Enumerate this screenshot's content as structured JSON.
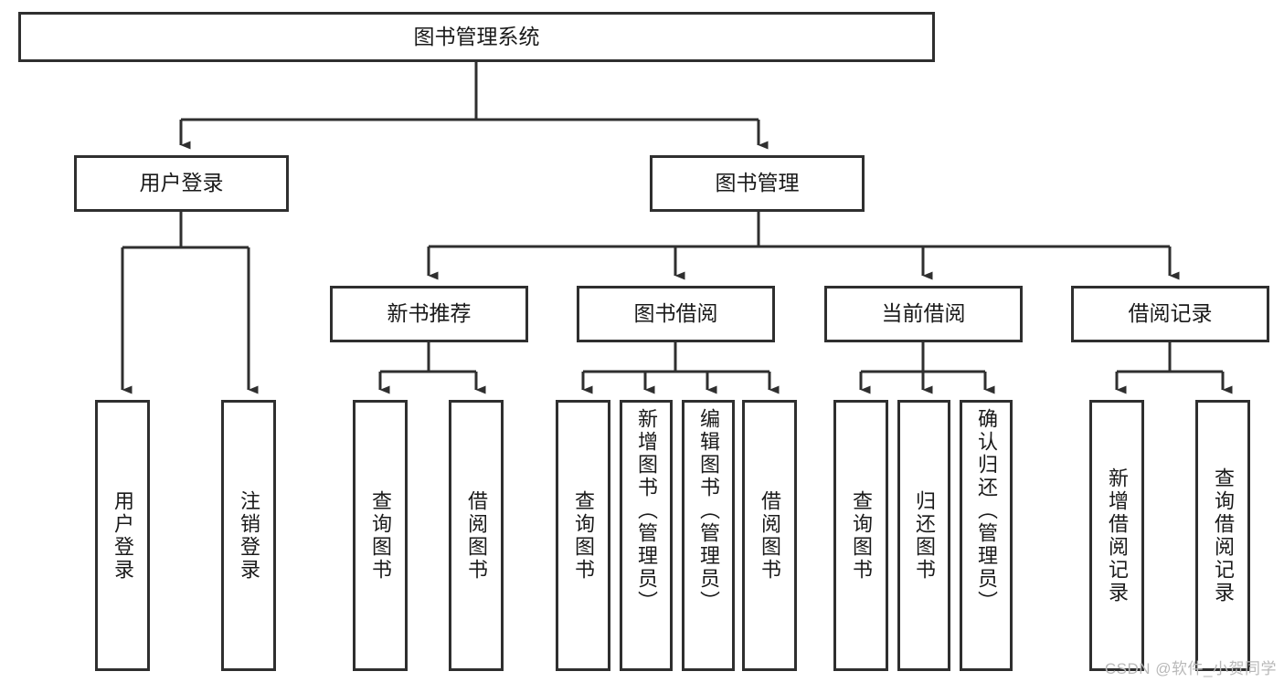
{
  "diagram": {
    "title": "图书管理系统",
    "type": "tree-hierarchy-diagram",
    "colors": {
      "box_border": "#2f2f2f",
      "box_fill": "#ffffff",
      "connector": "#2f2f2f",
      "text": "#1a1a1a",
      "watermark": "#b9b9b9",
      "background": "#ffffff"
    },
    "root": {
      "label": "图书管理系统"
    },
    "level2": [
      {
        "label": "用户登录"
      },
      {
        "label": "图书管理"
      }
    ],
    "level3": [
      {
        "label": "新书推荐"
      },
      {
        "label": "图书借阅"
      },
      {
        "label": "当前借阅"
      },
      {
        "label": "借阅记录"
      }
    ],
    "leaves": {
      "user_login": [
        {
          "label": "用户登录"
        },
        {
          "label": "注销登录"
        }
      ],
      "new_book_recommend": [
        {
          "label": "查询图书"
        },
        {
          "label": "借阅图书"
        }
      ],
      "book_borrow": [
        {
          "label": "查询图书"
        },
        {
          "label": "新增图书（管理员）"
        },
        {
          "label": "编辑图书（管理员）"
        },
        {
          "label": "借阅图书"
        }
      ],
      "current_borrow": [
        {
          "label": "查询图书"
        },
        {
          "label": "归还图书"
        },
        {
          "label": "确认归还（管理员）"
        }
      ],
      "borrow_record": [
        {
          "label": "新增借阅记录"
        },
        {
          "label": "查询借阅记录"
        }
      ]
    }
  },
  "watermark": {
    "text": "CSDN @软件_小贺同学"
  }
}
